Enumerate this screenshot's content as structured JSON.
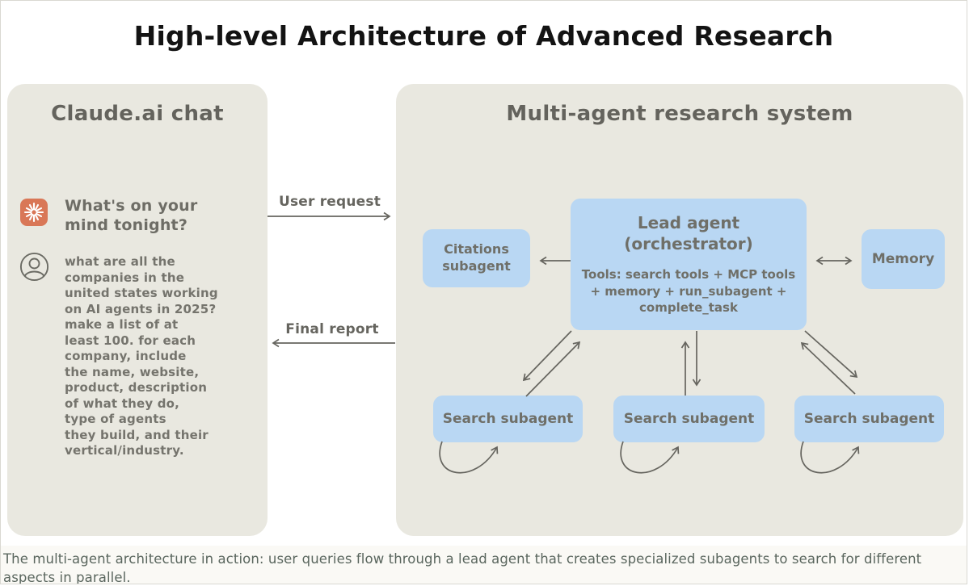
{
  "title": "High-level Architecture of Advanced Research",
  "left_panel": {
    "heading": "Claude.ai chat",
    "prompt": "What's on your mind tonight?",
    "query": "what are all the\ncompanies in the\nunited states working\non AI agents in 2025?\nmake a list of at\nleast 100. for each\ncompany, include\nthe name, website,\nproduct, description\nof what they do,\ntype of agents\nthey build, and their\nvertical/industry."
  },
  "right_panel": {
    "heading": "Multi-agent research system",
    "lead_agent": {
      "title": "Lead agent\n(orchestrator)",
      "tools": "Tools: search tools + MCP tools\n+ memory + run_subagent +\ncomplete_task"
    },
    "citations_label": "Citations\nsubagent",
    "memory_label": "Memory",
    "search_subagents": [
      "Search subagent",
      "Search subagent",
      "Search subagent"
    ]
  },
  "flow": {
    "user_request_label": "User request",
    "final_report_label": "Final report"
  },
  "caption": "The multi-agent architecture in action: user queries flow through a lead agent that creates specialized subagents to search for different aspects in parallel.",
  "colors": {
    "panel_bg": "#e9e8e0",
    "box_blue": "#b9d7f3",
    "accent_orange": "#d97757",
    "arrow_gray": "#66655f",
    "text_gray": "#6f6f68",
    "caption_text": "#5a665e"
  }
}
